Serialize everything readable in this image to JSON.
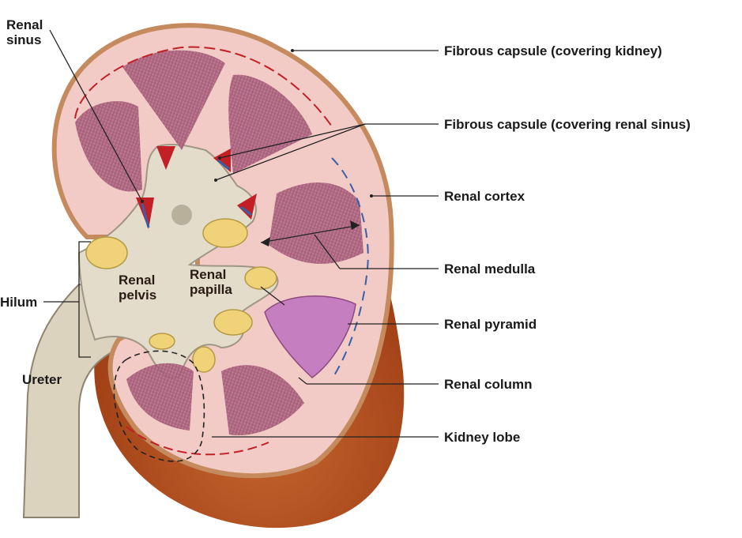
{
  "colors": {
    "capsule": "#c58b5e",
    "cortex": "#f2c9c6",
    "medulla": "#b66a84",
    "pyramid_highlight": "#c57fc0",
    "sinus": "#e3dccb",
    "fat": "#f0d279",
    "artery": "#c22026",
    "vein": "#3b5ea8",
    "ureter_outer": "#b8521f"
  },
  "labels": {
    "renal_sinus": "Renal\nsinus",
    "fibrous_capsule_kidney": "Fibrous capsule (covering kidney)",
    "fibrous_capsule_sinus": "Fibrous capsule (covering renal sinus)",
    "renal_cortex": "Renal cortex",
    "renal_medulla": "Renal medulla",
    "renal_pelvis": "Renal\npelvis",
    "renal_papilla": "Renal\npapilla",
    "renal_pyramid": "Renal pyramid",
    "renal_column": "Renal column",
    "hilum": "Hilum",
    "ureter": "Ureter",
    "kidney_lobe": "Kidney lobe"
  }
}
